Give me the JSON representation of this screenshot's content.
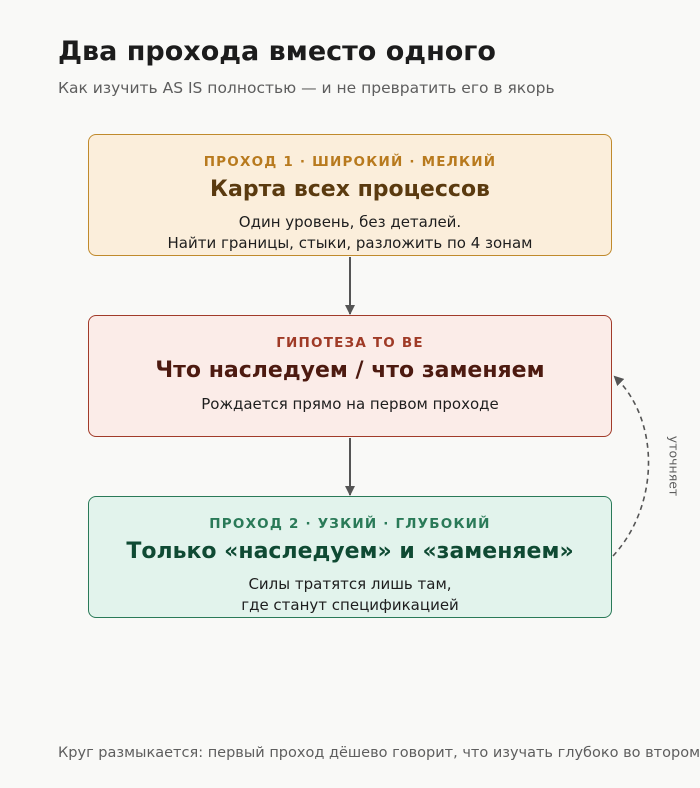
{
  "header": {
    "title": "Два прохода вместо одного",
    "subtitle": "Как изучить AS IS полностью — и не превратить его в якорь"
  },
  "boxes": [
    {
      "kicker": "ПРОХОД 1 · ШИРОКИЙ · МЕЛКИЙ",
      "heading": "Карта всех процессов",
      "lines": [
        "Один уровень, без деталей.",
        "Найти границы, стыки, разложить по 4 зонам"
      ],
      "colors": {
        "fill": "#fbeedb",
        "border": "#c08a2c",
        "kicker": "#b87a1e",
        "heading": "#5a3a0f"
      }
    },
    {
      "kicker": "ГИПОТЕЗА TO BE",
      "heading": "Что наследуем / что заменяем",
      "lines": [
        "Рождается прямо на первом проходе"
      ],
      "colors": {
        "fill": "#fbece8",
        "border": "#a13b2a",
        "kicker": "#9f3a26",
        "heading": "#4d1a10"
      }
    },
    {
      "kicker": "ПРОХОД 2 · УЗКИЙ · ГЛУБОКИЙ",
      "heading": "Только «наследуем» и «заменяем»",
      "lines": [
        "Силы тратятся лишь там,",
        "где станут спецификацией"
      ],
      "colors": {
        "fill": "#e2f3ec",
        "border": "#2a7a58",
        "kicker": "#2a7a58",
        "heading": "#0f4a33"
      }
    }
  ],
  "feedback_label": "уточняет",
  "footer": "Круг размыкается: первый проход дёшево говорит, что изучать глубоко во втором.",
  "colors": {
    "arrow": "#555555",
    "background": "#f9f9f7"
  }
}
